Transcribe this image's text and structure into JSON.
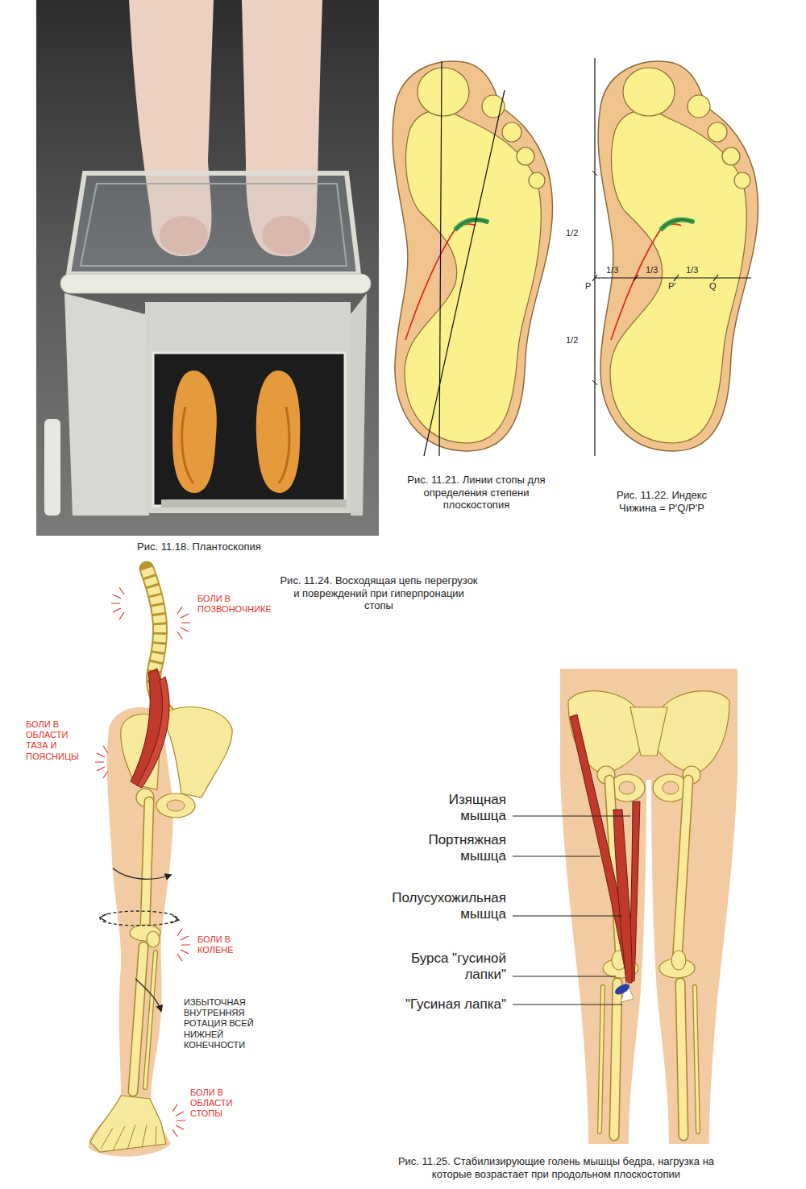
{
  "diagram": {
    "labels": [
      "Рис. 11.18. Плантоскопия",
      "Рис. 11.21. Линии стопы для определения степени плоскостопия",
      "Рис. 11.22. Индекс Чижина = P'Q/P'P",
      "1/2",
      "1/3",
      "1/3",
      "1/3",
      "P",
      "P'",
      "Q",
      "1/2",
      "Рис. 11.24. Восходящая цепь перегрузок и повреждений при гиперпронации стопы",
      "БОЛИ В ПОЗВОНОЧНИКЕ",
      "БОЛИ В ОБЛАСТИ ТАЗА И ПОЯСНИЦЫ",
      "БОЛИ В КОЛЕНЕ",
      "ИЗБЫТОЧНАЯ ВНУТРЕННЯЯ РОТАЦИЯ ВСЕЙ НИЖНЕЙ КОНЕЧНОСТИ",
      "БОЛИ В ОБЛАСТИ СТОПЫ",
      "Изящная мышца",
      "Портняжная мышца",
      "Полусухожильная мышца",
      "Бурса \"гусиной лапки\"",
      "\"Гусиная лапка\"",
      "Рис. 11.25. Стабилизирующие голень мышцы бедра, нагрузка на которые возрастает при продольном плоскостопии"
    ]
  }
}
